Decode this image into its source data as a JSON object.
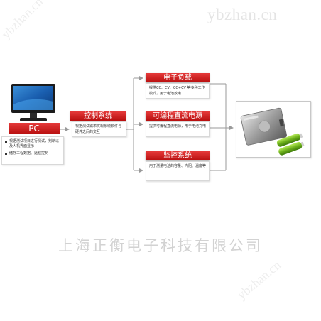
{
  "watermark": {
    "top": "ybzhan.cn",
    "left": "ybzhan.cn",
    "bottom": "ybzhan.cn"
  },
  "pc": {
    "title": "PC",
    "bullets": [
      "根据测试项目进行测试，判断以及人机界面显示",
      "储存工程数据、远程控制"
    ]
  },
  "control": {
    "title": "控制系统",
    "desc": "根据测试需求实现系统软件与硬件之间的交互"
  },
  "load": {
    "title": "电子负载",
    "desc": "提供CC、CV、CC+CV 等多种工作模式，用于电池放电"
  },
  "power": {
    "title": "可编程直流电源",
    "desc": "提供可编程直流电源，用于电池充电"
  },
  "monitor": {
    "title": "监控系统",
    "desc": "用于测量电池的容量、内阻、温度等"
  },
  "company": "上海正衡电子科技有限公司",
  "colors": {
    "accent_red": "#c8161d",
    "line_gray": "#9a9a9a",
    "battery_green": "#7cc52a"
  }
}
